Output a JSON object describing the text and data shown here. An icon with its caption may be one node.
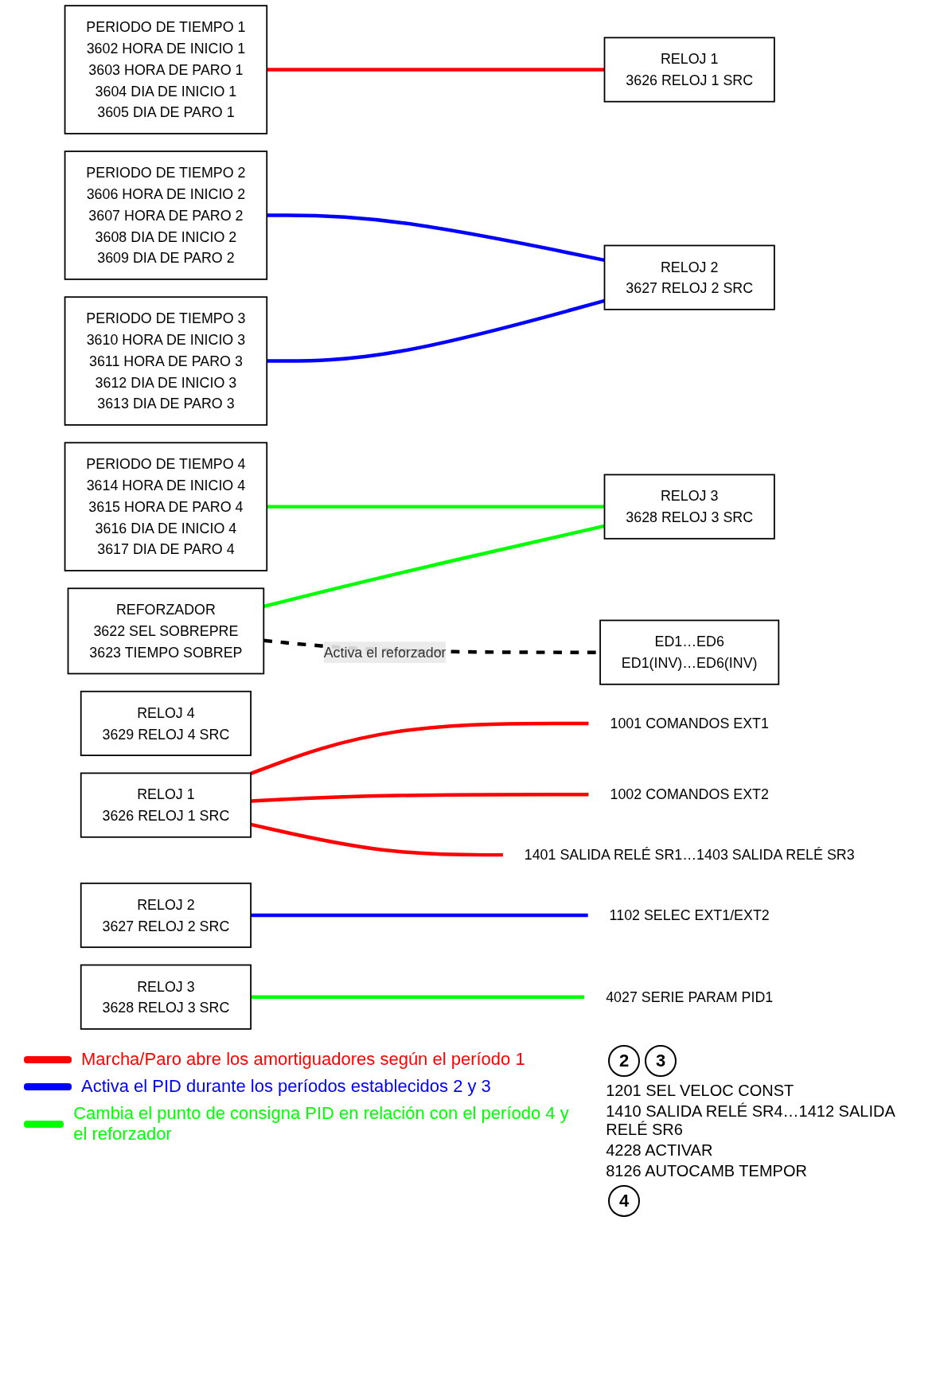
{
  "diagram": {
    "nodes": [
      {
        "text": [
          "PERIODO DE TIEMPO 1",
          "3602 HORA DE INICIO 1",
          "3603 HORA DE PARO 1",
          "3604 DIA DE INICIO 1",
          "3605 DIA DE PARO 1"
        ]
      },
      {
        "text": [
          "PERIODO DE TIEMPO 2",
          "3606 HORA DE INICIO 2",
          "3607 HORA DE PARO 2",
          "3608 DIA DE INICIO 2",
          "3609 DIA DE PARO 2"
        ]
      },
      {
        "text": [
          "PERIODO DE TIEMPO 3",
          "3610 HORA DE INICIO 3",
          "3611 HORA DE PARO 3",
          "3612 DIA DE INICIO 3",
          "3613 DIA DE PARO 3"
        ]
      },
      {
        "text": [
          "PERIODO DE TIEMPO 4",
          "3614 HORA DE INICIO 4",
          "3615 HORA DE PARO 4",
          "3616 DIA DE INICIO 4",
          "3617 DIA DE PARO 4"
        ]
      },
      {
        "text": [
          "REFORZADOR",
          "3622 SEL SOBREPRE",
          "3623 TIEMPO SOBREP"
        ]
      },
      {
        "text": [
          "RELOJ 1",
          "3626 RELOJ 1 SRC"
        ]
      },
      {
        "text": [
          "RELOJ 2",
          "3627 RELOJ 2 SRC"
        ]
      },
      {
        "text": [
          "RELOJ 3",
          "3628 RELOJ 3 SRC"
        ]
      },
      {
        "text": [
          "RELOJ 4",
          "3629 RELOJ 4 SRC"
        ]
      },
      {
        "text": [
          "ED1…ED6",
          "ED1(INV)…ED6(INV)"
        ]
      },
      {
        "text": [
          "RELOJ 1",
          "3626 RELOJ 1 SRC"
        ]
      },
      {
        "text": [
          "RELOJ 2",
          "3627 RELOJ 2 SRC"
        ]
      },
      {
        "text": [
          "RELOJ 3",
          "3628 RELOJ 3 SRC"
        ]
      },
      {
        "text": [
          "1001 COMANDOS EXT1"
        ]
      },
      {
        "text": [
          "1002 COMANDOS EXT2"
        ]
      },
      {
        "text": [
          "1102 SELEC EXT1/EXT2"
        ]
      },
      {
        "text": [
          "1401 SALIDA RELÉ SR1…1403 SALIDA RELÉ SR3"
        ]
      },
      {
        "text": [
          "4027 SERIE PARAM PID1"
        ]
      }
    ],
    "edges": [
      {
        "from": 0,
        "to": 5,
        "arrow": "none",
        "color": "#ff0000"
      },
      {
        "from": 1,
        "to": 6,
        "arrow": "none",
        "color": "#0000ff"
      },
      {
        "from": 2,
        "to": 6,
        "arrow": "none",
        "color": "#0000ff"
      },
      {
        "from": 3,
        "to": 7,
        "arrow": "none",
        "color": "#00ff00"
      },
      {
        "from": 4,
        "to": 7,
        "arrow": "none",
        "color": "#00ff00"
      },
      {
        "from": 4,
        "to": 9,
        "arrow": "none",
        "style": "dashed",
        "color": "#000000",
        "label": "Activa el reforzador"
      },
      {
        "from": 10,
        "to": 13,
        "arrow": "none",
        "color": "#ff0000"
      },
      {
        "from": 10,
        "to": 14,
        "arrow": "none",
        "color": "#ff0000"
      },
      {
        "from": 10,
        "to": 16,
        "arrow": "none",
        "color": "#ff0000"
      },
      {
        "from": 11,
        "to": 15,
        "arrow": "none",
        "color": "#0000ff"
      },
      {
        "from": 12,
        "to": 17,
        "arrow": "none",
        "color": "#00ff00"
      }
    ],
    "labels": [
      "2",
      "3",
      "1201 SEL VELOC CONST",
      "1410 SALIDA RELÉ SR4…1412 SALIDA RELÉ SR6",
      "4228 ACTIVAR",
      "8126 AUTOCAMB TEMPOR",
      "4"
    ],
    "legend": [
      {
        "text": "Marcha/Paro abre los amortiguadores según el período 1",
        "color": "#ff0000"
      },
      {
        "text": "Activa el PID durante los períodos establecidos 2 y 3",
        "color": "#0000ff"
      },
      {
        "text": "Cambia el punto de consigna PID en relación con el período 4 y el reforzador",
        "color": "#00ff00"
      }
    ]
  }
}
